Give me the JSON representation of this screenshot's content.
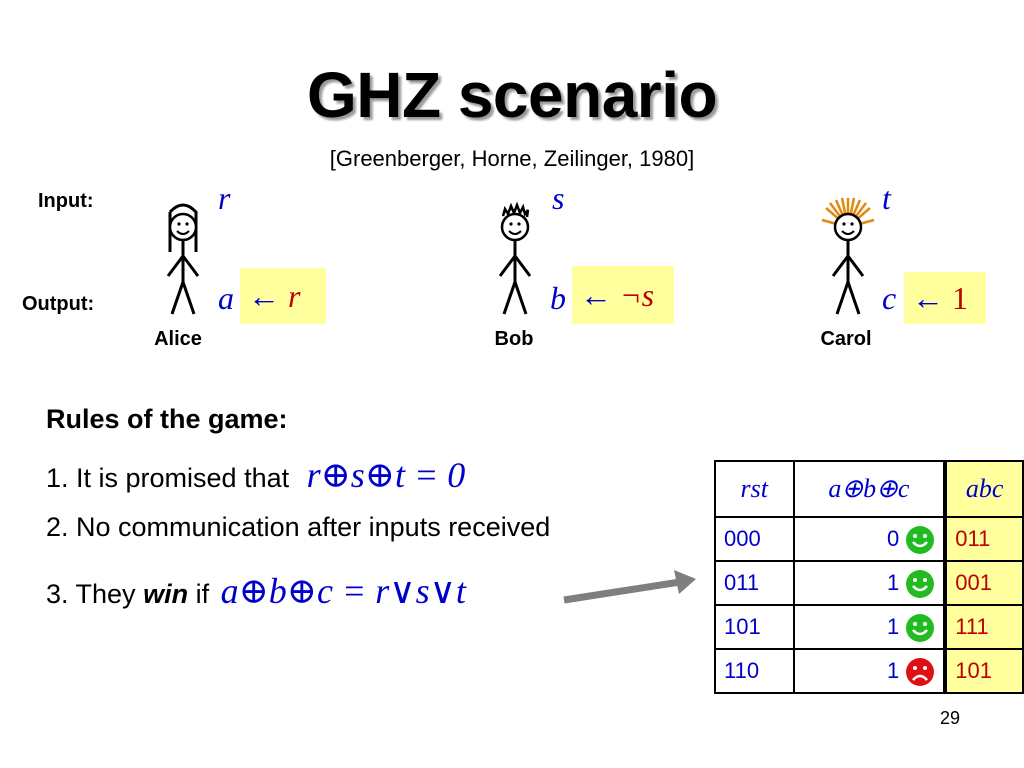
{
  "slide": {
    "title": "GHZ scenario",
    "citation": "[Greenberger, Horne, Zeilinger, 1980]",
    "input_label": "Input:",
    "output_label": "Output:",
    "page_number": "29"
  },
  "players": [
    {
      "name": "Alice",
      "input": "r",
      "output_var": "a",
      "output_rhs": "r",
      "output_rhs_plain": false
    },
    {
      "name": "Bob",
      "input": "s",
      "output_var": "b",
      "output_rhs": "¬s",
      "output_rhs_plain": false
    },
    {
      "name": "Carol",
      "input": "t",
      "output_var": "c",
      "output_rhs": "1",
      "output_rhs_plain": true
    }
  ],
  "rules": {
    "heading": "Rules of the game:",
    "rule1_text": "1. It is promised that",
    "rule1_math": "r⊕s⊕t = 0",
    "rule2_text": "2. No communication after inputs received",
    "rule3_prefix": "3. They",
    "rule3_win": "win",
    "rule3_if": "if",
    "rule3_math": "a⊕b⊕c = r∨s∨t"
  },
  "assign_arrow": "←",
  "table": {
    "headers": [
      "rst",
      "a⊕b⊕c",
      "abc"
    ],
    "rows": [
      {
        "rst": "000",
        "xor": "0",
        "abc": "011",
        "face": "happy"
      },
      {
        "rst": "011",
        "xor": "1",
        "abc": "001",
        "face": "happy"
      },
      {
        "rst": "101",
        "xor": "1",
        "abc": "111",
        "face": "happy"
      },
      {
        "rst": "110",
        "xor": "1",
        "abc": "101",
        "face": "sad"
      }
    ]
  },
  "colors": {
    "math_blue": "#0000cc",
    "output_red": "#c00000",
    "highlight": "#ffff9e",
    "happy_green": "#22bb22",
    "sad_red": "#dd1111"
  }
}
